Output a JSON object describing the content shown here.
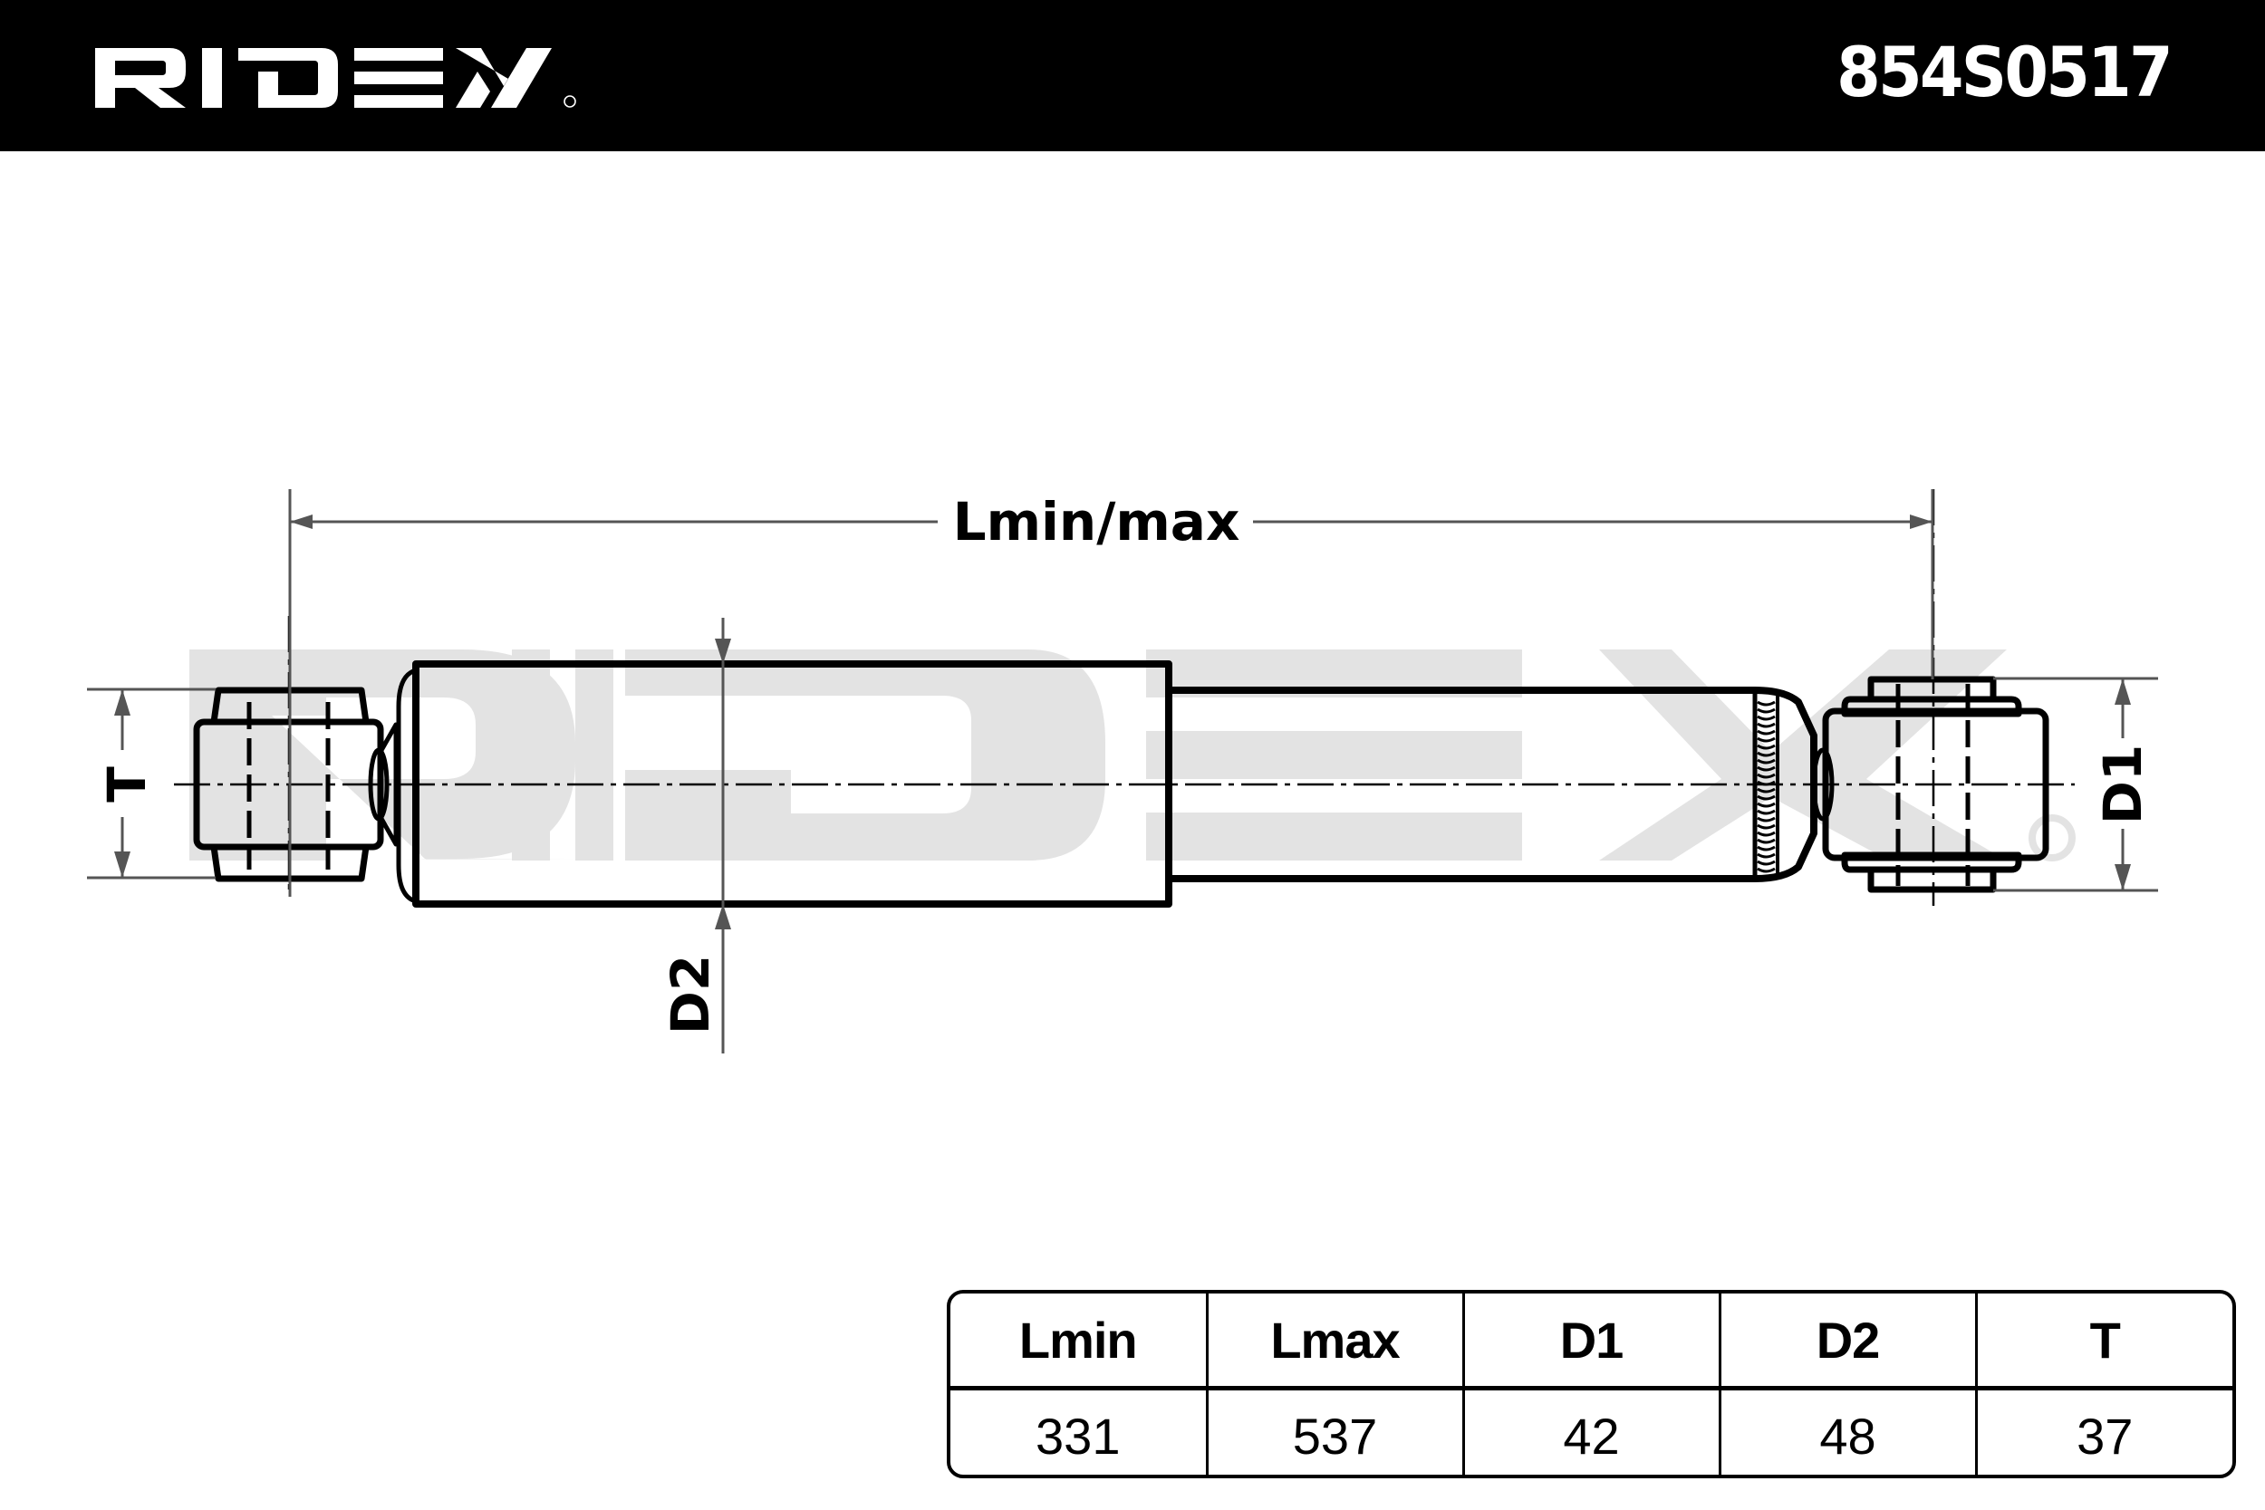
{
  "header": {
    "brand": "RIDEX",
    "brand_mark": "registered-trademark",
    "part_number": "854S0517"
  },
  "watermark": {
    "text": "RIDEX",
    "color": "#e3e3e3"
  },
  "diagram": {
    "subject": "shock absorber",
    "dimension_labels": {
      "length": "Lmin/max",
      "bushing_width": "T",
      "eye_diameter": "D1",
      "body_diameter": "D2"
    },
    "colors": {
      "outline": "#000000",
      "dimension_line": "#555555"
    }
  },
  "spec_table": {
    "headers": [
      "Lmin",
      "Lmax",
      "D1",
      "D2",
      "T"
    ],
    "values": [
      "331",
      "537",
      "42",
      "48",
      "37"
    ]
  }
}
